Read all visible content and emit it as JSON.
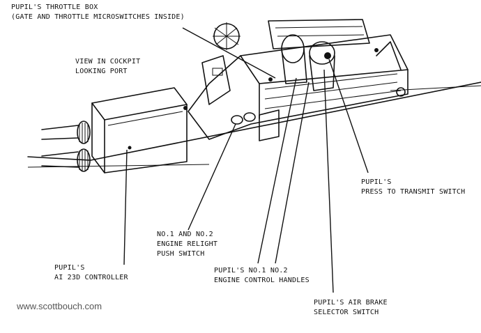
{
  "labels": {
    "throttle_box": {
      "line1": "PUPIL'S THROTTLE BOX",
      "line2": "(GATE AND THROTTLE MICROSWITCHES INSIDE)"
    },
    "view": {
      "line1": "VIEW IN COCKPIT",
      "line2": "LOOKING PORT"
    },
    "transmit": {
      "line1": "PUPIL'S",
      "line2": "PRESS TO TRANSMIT SWITCH"
    },
    "relight": {
      "line1": "NO.1 AND NO.2",
      "line2": "ENGINE RELIGHT",
      "line3": "PUSH SWITCH"
    },
    "controller": {
      "line1": "PUPIL'S",
      "line2": "AI 23D CONTROLLER"
    },
    "control_handles": {
      "line1": "PUPIL'S NO.1 NO.2",
      "line2": "ENGINE CONTROL HANDLES"
    },
    "air_brake": {
      "line1": "PUPIL'S AIR BRAKE",
      "line2": "SELECTOR SWITCH"
    }
  },
  "credit": "www.scottbouch.com"
}
